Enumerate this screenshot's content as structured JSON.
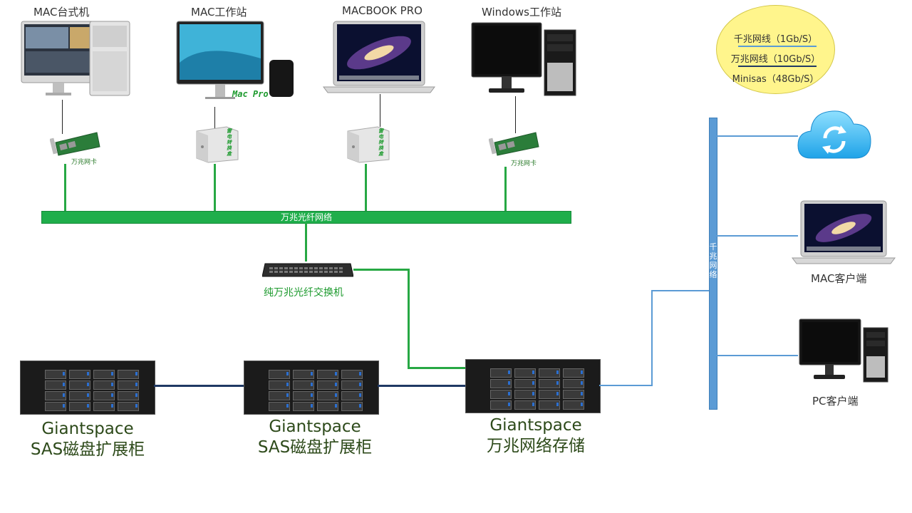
{
  "devices": {
    "mac_desktop": "MAC台式机",
    "mac_workstation": "MAC工作站",
    "macbook": "MACBOOK PRO",
    "windows_ws": "Windows工作站"
  },
  "mac_pro_text": "Mac Pro",
  "nic_label": "万兆网卡",
  "fiber_box_text": "雷电转换盒",
  "network_bar_label": "万兆光纤网络",
  "switch_label": "纯万兆光纤交换机",
  "storage": [
    {
      "line1": "Giantspace",
      "line2": "SAS磁盘扩展柜"
    },
    {
      "line1": "Giantspace",
      "line2": "SAS磁盘扩展柜"
    },
    {
      "line1": "Giantspace",
      "line2": "万兆网络存储"
    }
  ],
  "gigabit_bar_label": "千兆网络",
  "clients": {
    "mac": "MAC客户端",
    "pc": "PC客户端"
  },
  "legend": {
    "items": [
      {
        "label": "千兆网线（1Gb/S）",
        "color": "#5b9bd5"
      },
      {
        "label": "万兆网线（10Gb/S）",
        "color": "#27a844"
      },
      {
        "label": "Minisas（48Gb/S）",
        "color": "#1f3864"
      }
    ]
  }
}
